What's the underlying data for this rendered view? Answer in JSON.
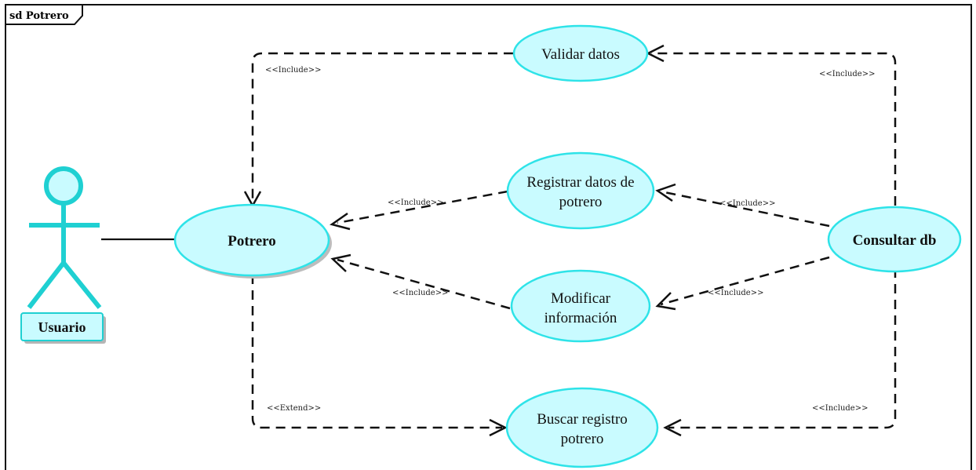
{
  "frame": {
    "title": "sd Potrero"
  },
  "actor": {
    "name": "Usuario"
  },
  "use_cases": {
    "potrero": "Potrero",
    "validar": "Validar datos",
    "registrar_1": "Registrar datos de",
    "registrar_2": "potrero",
    "modificar_1": "Modificar",
    "modificar_2": "información",
    "buscar_1": "Buscar registro",
    "buscar_2": "potrero",
    "consultar": "Consultar db"
  },
  "relations": {
    "validar_potrero": "<<Include>>",
    "consultar_validar": "<<Include>>",
    "registrar_potrero": "<<Include>>",
    "consultar_registrar": "<<Include>>",
    "modificar_potrero": "<<Include>>",
    "consultar_modificar": "<<Include>>",
    "potrero_buscar": "<<Extend>>",
    "consultar_buscar": "<<Include>>"
  },
  "colors": {
    "use_case_fill": "#c9fbff",
    "use_case_border": "#2ee3e8",
    "actor": "#1fd0d2"
  }
}
